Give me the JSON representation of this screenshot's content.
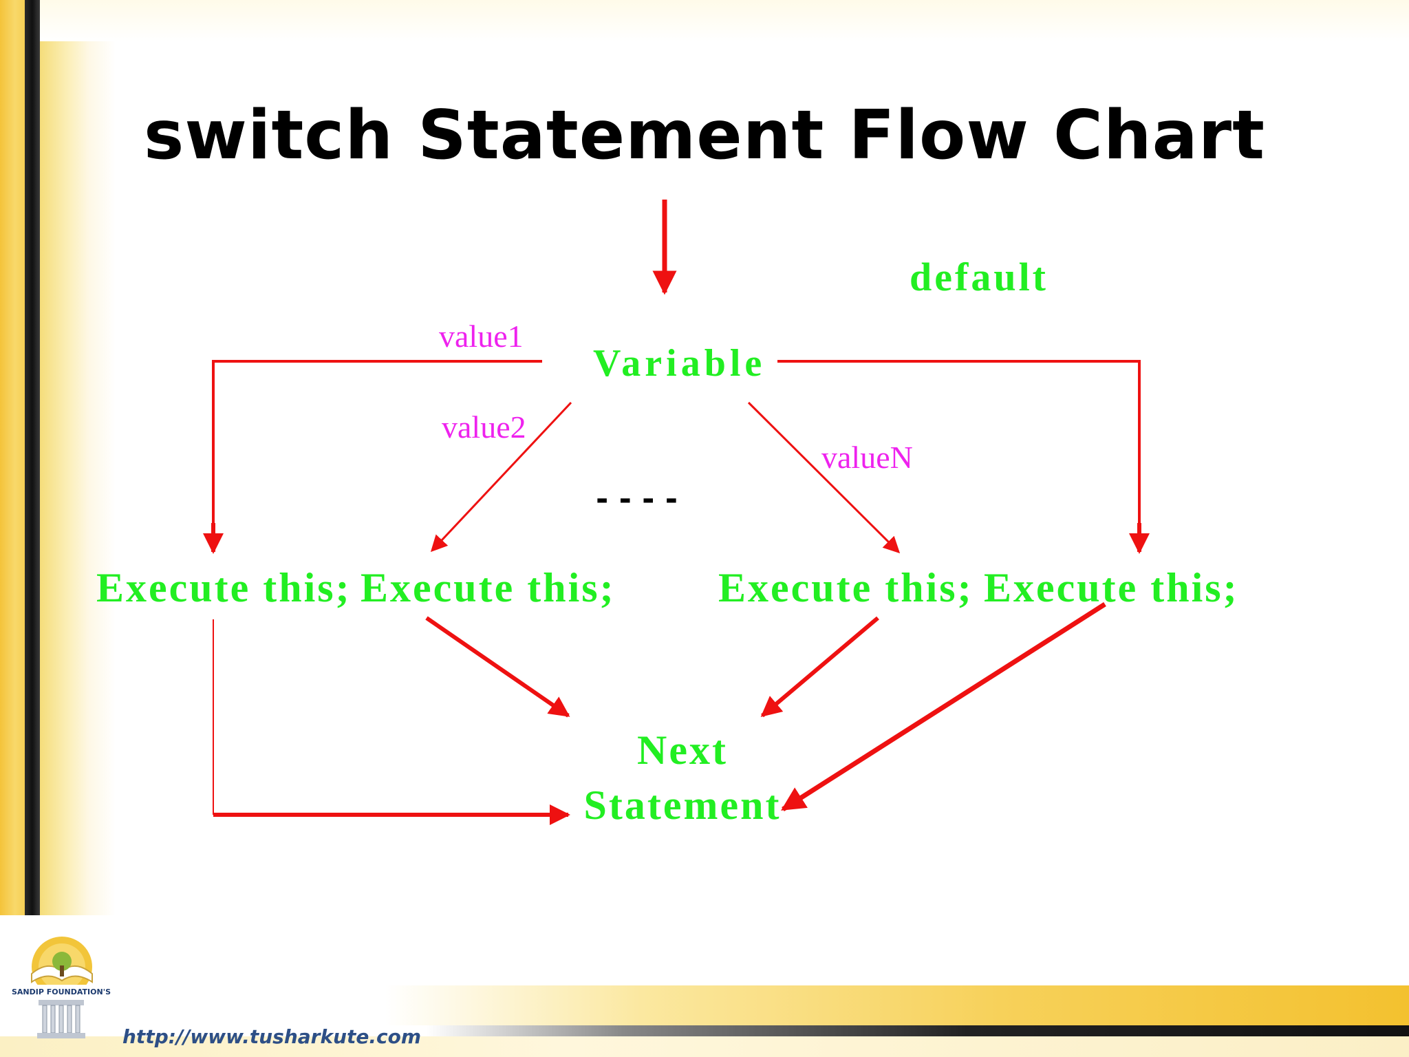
{
  "title": "switch Statement Flow Chart",
  "nodes": {
    "variable": "Variable",
    "default": "default",
    "execute": [
      "Execute this;",
      "Execute this;",
      "Execute this;",
      "Execute this;"
    ],
    "next_line1": "Next",
    "next_line2": "Statement",
    "ellipsis": "- - - -"
  },
  "edge_labels": {
    "value1": "value1",
    "value2": "value2",
    "valueN": "valueN"
  },
  "footer": {
    "url": "http://www.tusharkute.com",
    "logo_text": "SANDIP FOUNDATION'S"
  },
  "colors": {
    "arrow": "#ee1111",
    "node_text": "#22ee22",
    "edge_label": "#ee22ee",
    "title": "#000000"
  }
}
